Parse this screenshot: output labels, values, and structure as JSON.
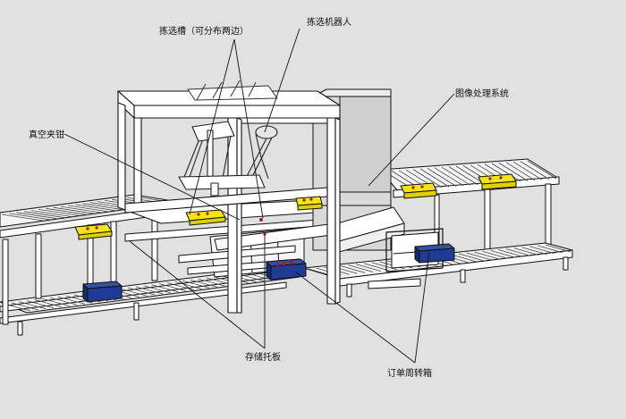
{
  "labels": {
    "sorting_slot": "拣选槽（可分布两边）",
    "sorting_robot": "拣选机器人",
    "vacuum_gripper": "真空夹钳",
    "image_system": "图像处理系统",
    "storage_pallet": "存储托板",
    "order_tote": "订单周转箱"
  },
  "colors": {
    "background": "#e1e1e1",
    "line": "#111111",
    "frame_fill": "#ffffff",
    "cabinet_fill": "#d9d9d9",
    "yellow_tray": "#f2e417",
    "blue_tote": "#1f3b93",
    "red_item": "#b01818"
  }
}
